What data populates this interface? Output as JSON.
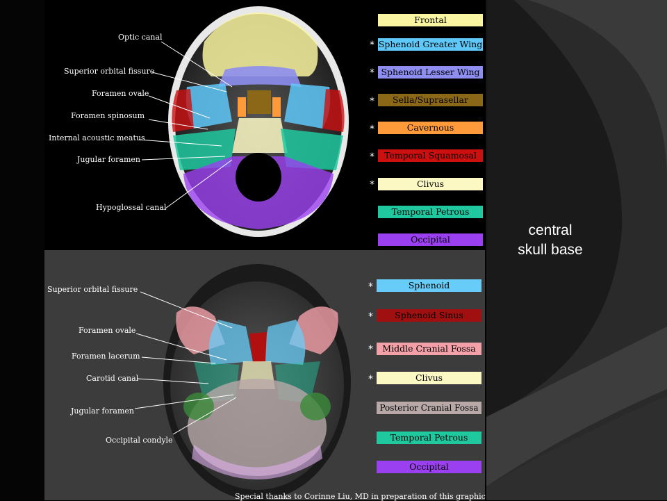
{
  "colors": {
    "frontal": "#faf5a0",
    "sphenoid_greater_wing": "#5ec8f8",
    "sphenoid_lesser_wing": "#8d8ef0",
    "sella": "#8a6818",
    "cavernous": "#ff9a3a",
    "temporal_squamosal": "#cc1010",
    "clivus": "#fcf8c4",
    "temporal_petrous": "#20c8a0",
    "occipital": "#9a40f0",
    "sphenoid": "#68ccf8",
    "sphenoid_sinus": "#a01010",
    "middle_cranial_fossa": "#f4a0a8",
    "posterior_cranial_fossa": "#b8a8a8"
  },
  "side_title": {
    "line1": "central",
    "line2": "skull base"
  },
  "top_figure": {
    "labels": [
      "Optic canal",
      "Superior orbital fissure",
      "Foramen ovale",
      "Foramen spinosum",
      "Internal acoustic meatus",
      "Jugular foramen",
      "Hypoglossal canal"
    ],
    "legend": [
      {
        "text": "Frontal",
        "starred": false
      },
      {
        "text": "Sphenoid Greater Wing",
        "starred": true
      },
      {
        "text": "Sphenoid Lesser Wing",
        "starred": true
      },
      {
        "text": "Sella/Suprasellar",
        "starred": true
      },
      {
        "text": "Cavernous",
        "starred": true
      },
      {
        "text": "Temporal Squamosal",
        "starred": true
      },
      {
        "text": "Clivus",
        "starred": true
      },
      {
        "text": "Temporal Petrous",
        "starred": false
      },
      {
        "text": "Occipital",
        "starred": false
      }
    ]
  },
  "bottom_figure": {
    "labels": [
      "Superior orbital fissure",
      "Foramen ovale",
      "Foramen lacerum",
      "Carotid canal",
      "Jugular foramen",
      "Occipital condyle"
    ],
    "legend": [
      {
        "text": "Sphenoid",
        "starred": true
      },
      {
        "text": "Sphenoid Sinus",
        "starred": true
      },
      {
        "text": "Middle Cranial Fossa",
        "starred": true
      },
      {
        "text": "Clivus",
        "starred": true
      },
      {
        "text": "Posterior Cranial Fossa",
        "starred": false
      },
      {
        "text": "Temporal Petrous",
        "starred": false
      },
      {
        "text": "Occipital",
        "starred": false
      }
    ]
  },
  "star_symbol": "*",
  "credit": "Special thanks to Corinne Liu, MD in preparation of this graphic"
}
